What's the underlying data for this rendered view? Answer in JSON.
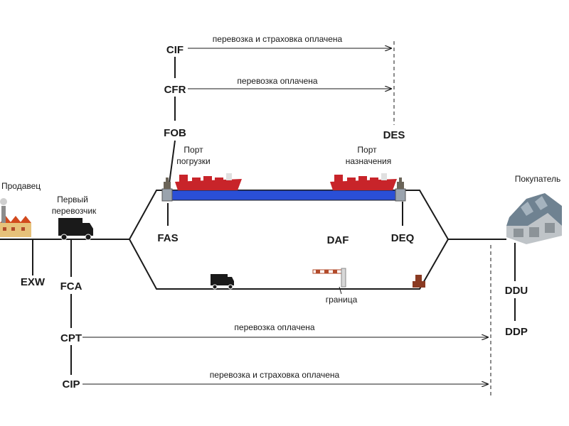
{
  "terms": {
    "cif": "CIF",
    "cfr": "CFR",
    "fob": "FOB",
    "des": "DES",
    "fas": "FAS",
    "deq": "DEQ",
    "daf": "DAF",
    "exw": "EXW",
    "fca": "FCA",
    "cpt": "CPT",
    "cip": "CIP",
    "ddu": "DDU",
    "ddp": "DDP"
  },
  "labels": {
    "seller": "Продавец",
    "first_carrier_1": "Первый",
    "first_carrier_2": "перевозчик",
    "loading_port_1": "Порт",
    "loading_port_2": "погрузки",
    "dest_port_1": "Порт",
    "dest_port_2": "назначения",
    "buyer": "Покупатель",
    "border": "граница"
  },
  "arrows": {
    "cif": "перевозка и страховка оплачена",
    "cfr": "перевозка оплачена",
    "cpt": "перевозка оплачена",
    "cip": "перевозка и страховка оплачена"
  },
  "colors": {
    "sea": "#2a4fd6",
    "ship": "#c8242a",
    "line": "#1a1a1a",
    "truck": "#1a1a1a",
    "roof": "#d24a1e"
  },
  "icons": [
    "factory-icon",
    "truck-icon",
    "ship-icon",
    "crane-icon",
    "barrier-icon",
    "warehouse-icon",
    "cargo-icon"
  ]
}
